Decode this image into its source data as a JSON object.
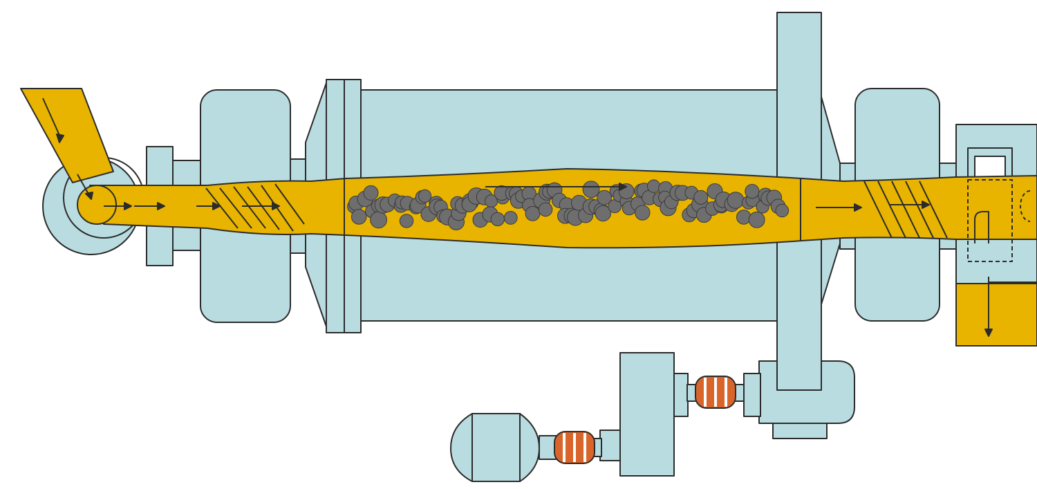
{
  "diagram": {
    "type": "ball-mill-schematic",
    "labels": [],
    "colors": {
      "equipment": "#b9dce0",
      "material": "#e8b400",
      "outline": "#2b2b2b",
      "grinding_balls": "#6e6e6e",
      "coupling": "#d9652b",
      "background": "#ffffff"
    },
    "components": [
      {
        "name": "feed-chute"
      },
      {
        "name": "feed-wheel"
      },
      {
        "name": "inlet-trunnion-bearing"
      },
      {
        "name": "inlet-flange"
      },
      {
        "name": "mill-shell"
      },
      {
        "name": "grinding-balls",
        "count": 110
      },
      {
        "name": "girth-gear"
      },
      {
        "name": "outlet-trunnion-bearing"
      },
      {
        "name": "discharge-housing"
      },
      {
        "name": "pinion-housing"
      },
      {
        "name": "gearbox"
      },
      {
        "name": "drive-motor"
      },
      {
        "name": "couplings",
        "count": 2
      }
    ],
    "flow_direction": "left-to-right"
  }
}
